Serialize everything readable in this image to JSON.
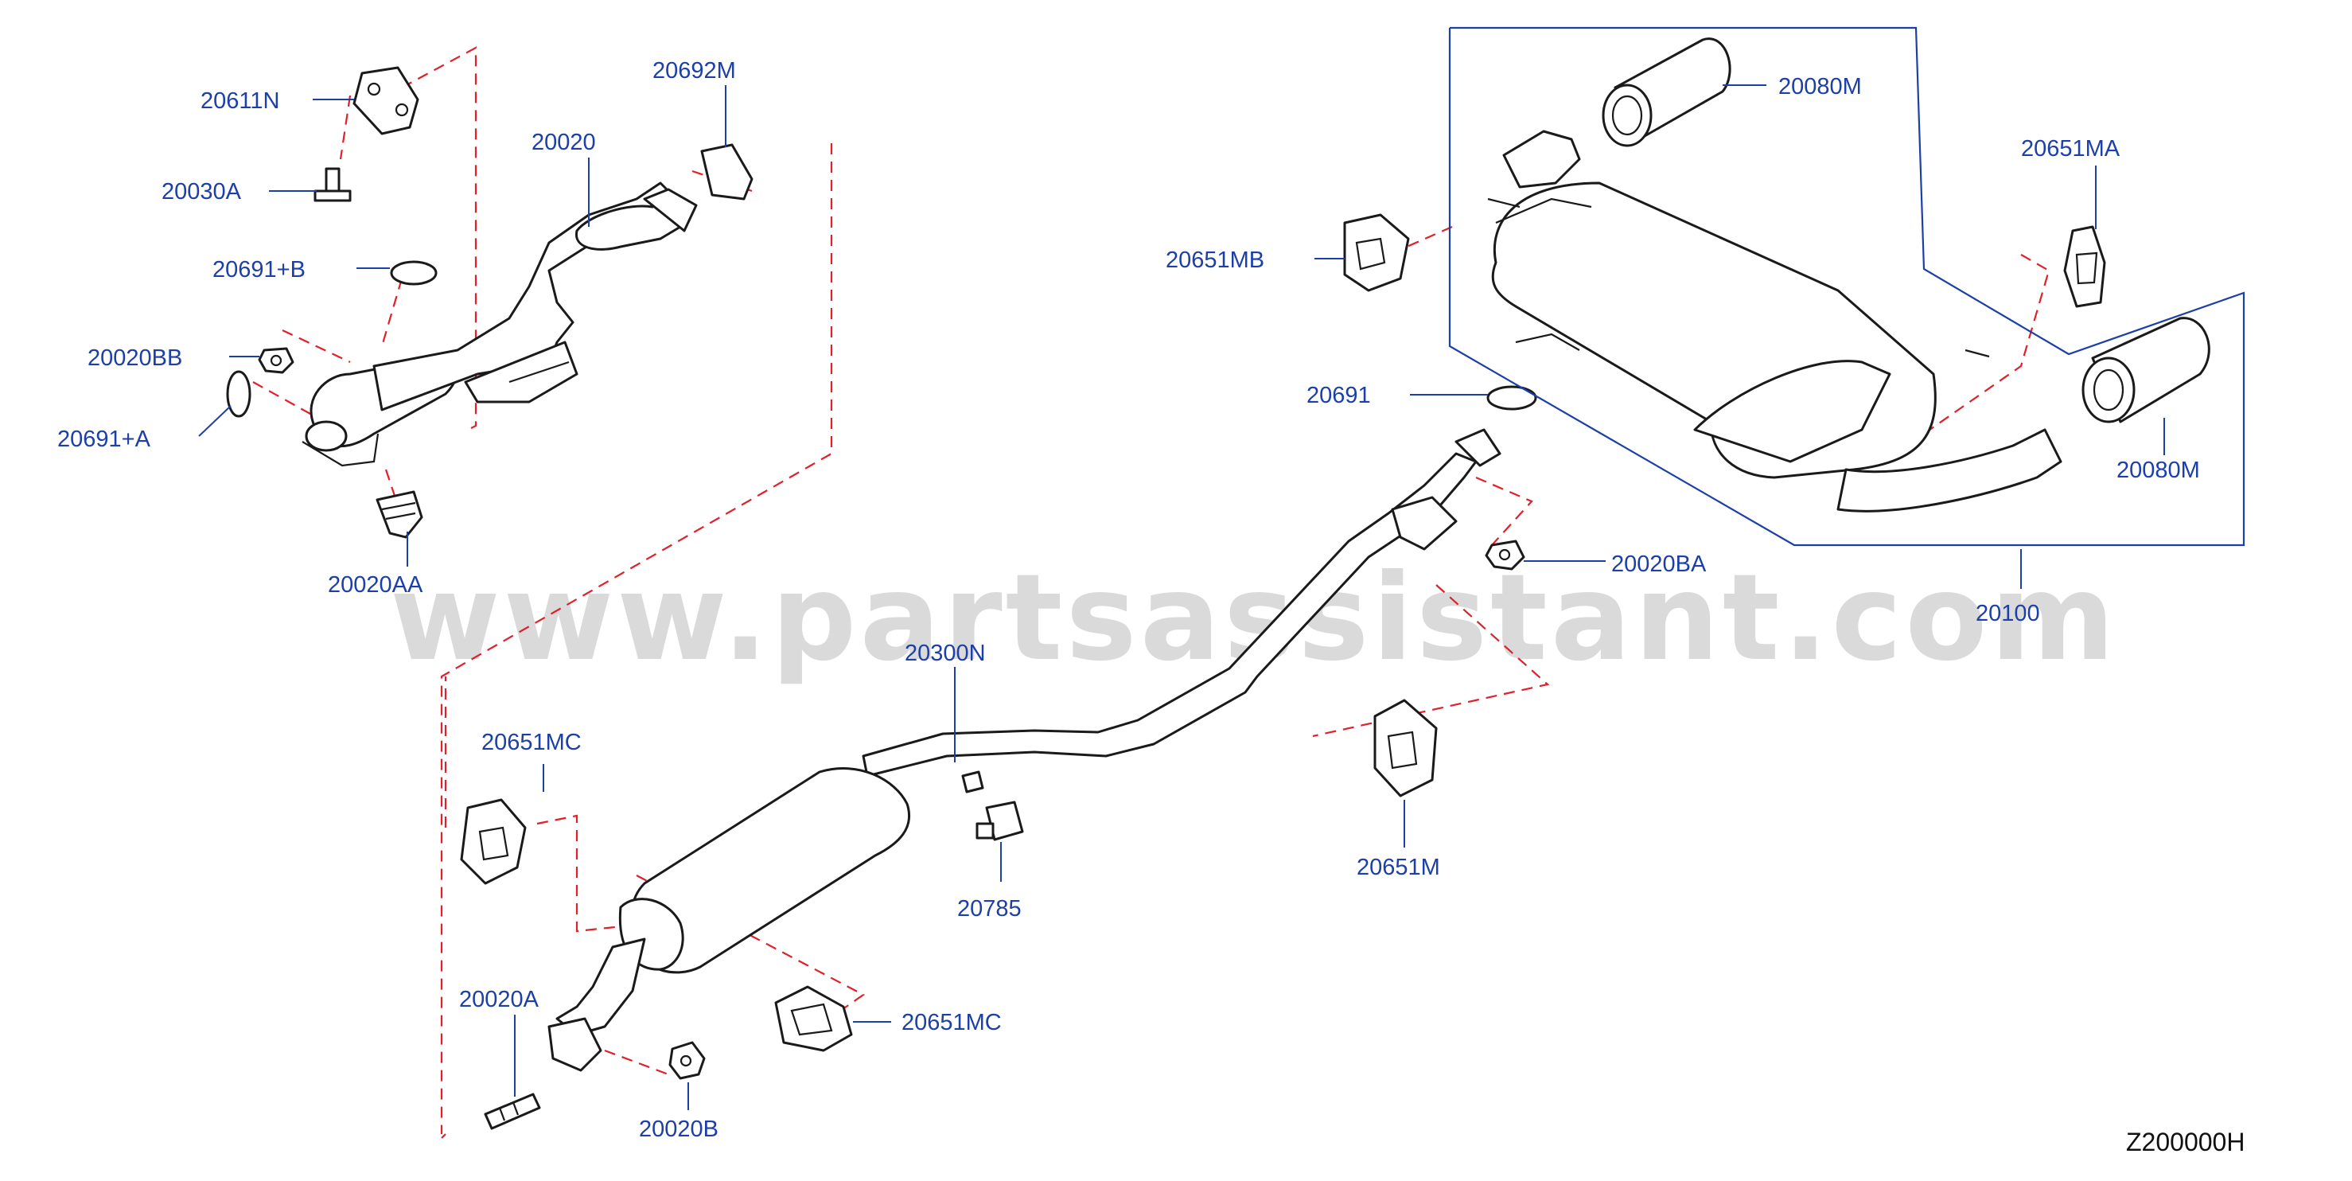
{
  "watermark": "www.partsassistant.com",
  "diagram_code": "Z200000H",
  "label_color": "#1c3fa8",
  "callout_color": "#e0202a",
  "parts": [
    {
      "id": "p-20611N",
      "label": "20611N"
    },
    {
      "id": "p-20030A",
      "label": "20030A"
    },
    {
      "id": "p-20691B",
      "label": "20691+B"
    },
    {
      "id": "p-20020BB",
      "label": "20020BB"
    },
    {
      "id": "p-20691A",
      "label": "20691+A"
    },
    {
      "id": "p-20020AA",
      "label": "20020AA"
    },
    {
      "id": "p-20020",
      "label": "20020"
    },
    {
      "id": "p-20692M",
      "label": "20692M"
    },
    {
      "id": "p-20080M-top",
      "label": "20080M"
    },
    {
      "id": "p-20651MA",
      "label": "20651MA"
    },
    {
      "id": "p-20651MB",
      "label": "20651MB"
    },
    {
      "id": "p-20691",
      "label": "20691"
    },
    {
      "id": "p-20080M-right",
      "label": "20080M"
    },
    {
      "id": "p-20020BA",
      "label": "20020BA"
    },
    {
      "id": "p-20100",
      "label": "20100"
    },
    {
      "id": "p-20300N",
      "label": "20300N"
    },
    {
      "id": "p-20651MC-left",
      "label": "20651MC"
    },
    {
      "id": "p-20651M",
      "label": "20651M"
    },
    {
      "id": "p-20785",
      "label": "20785"
    },
    {
      "id": "p-20020A",
      "label": "20020A"
    },
    {
      "id": "p-20651MC-right",
      "label": "20651MC"
    },
    {
      "id": "p-20020B",
      "label": "20020B"
    }
  ]
}
